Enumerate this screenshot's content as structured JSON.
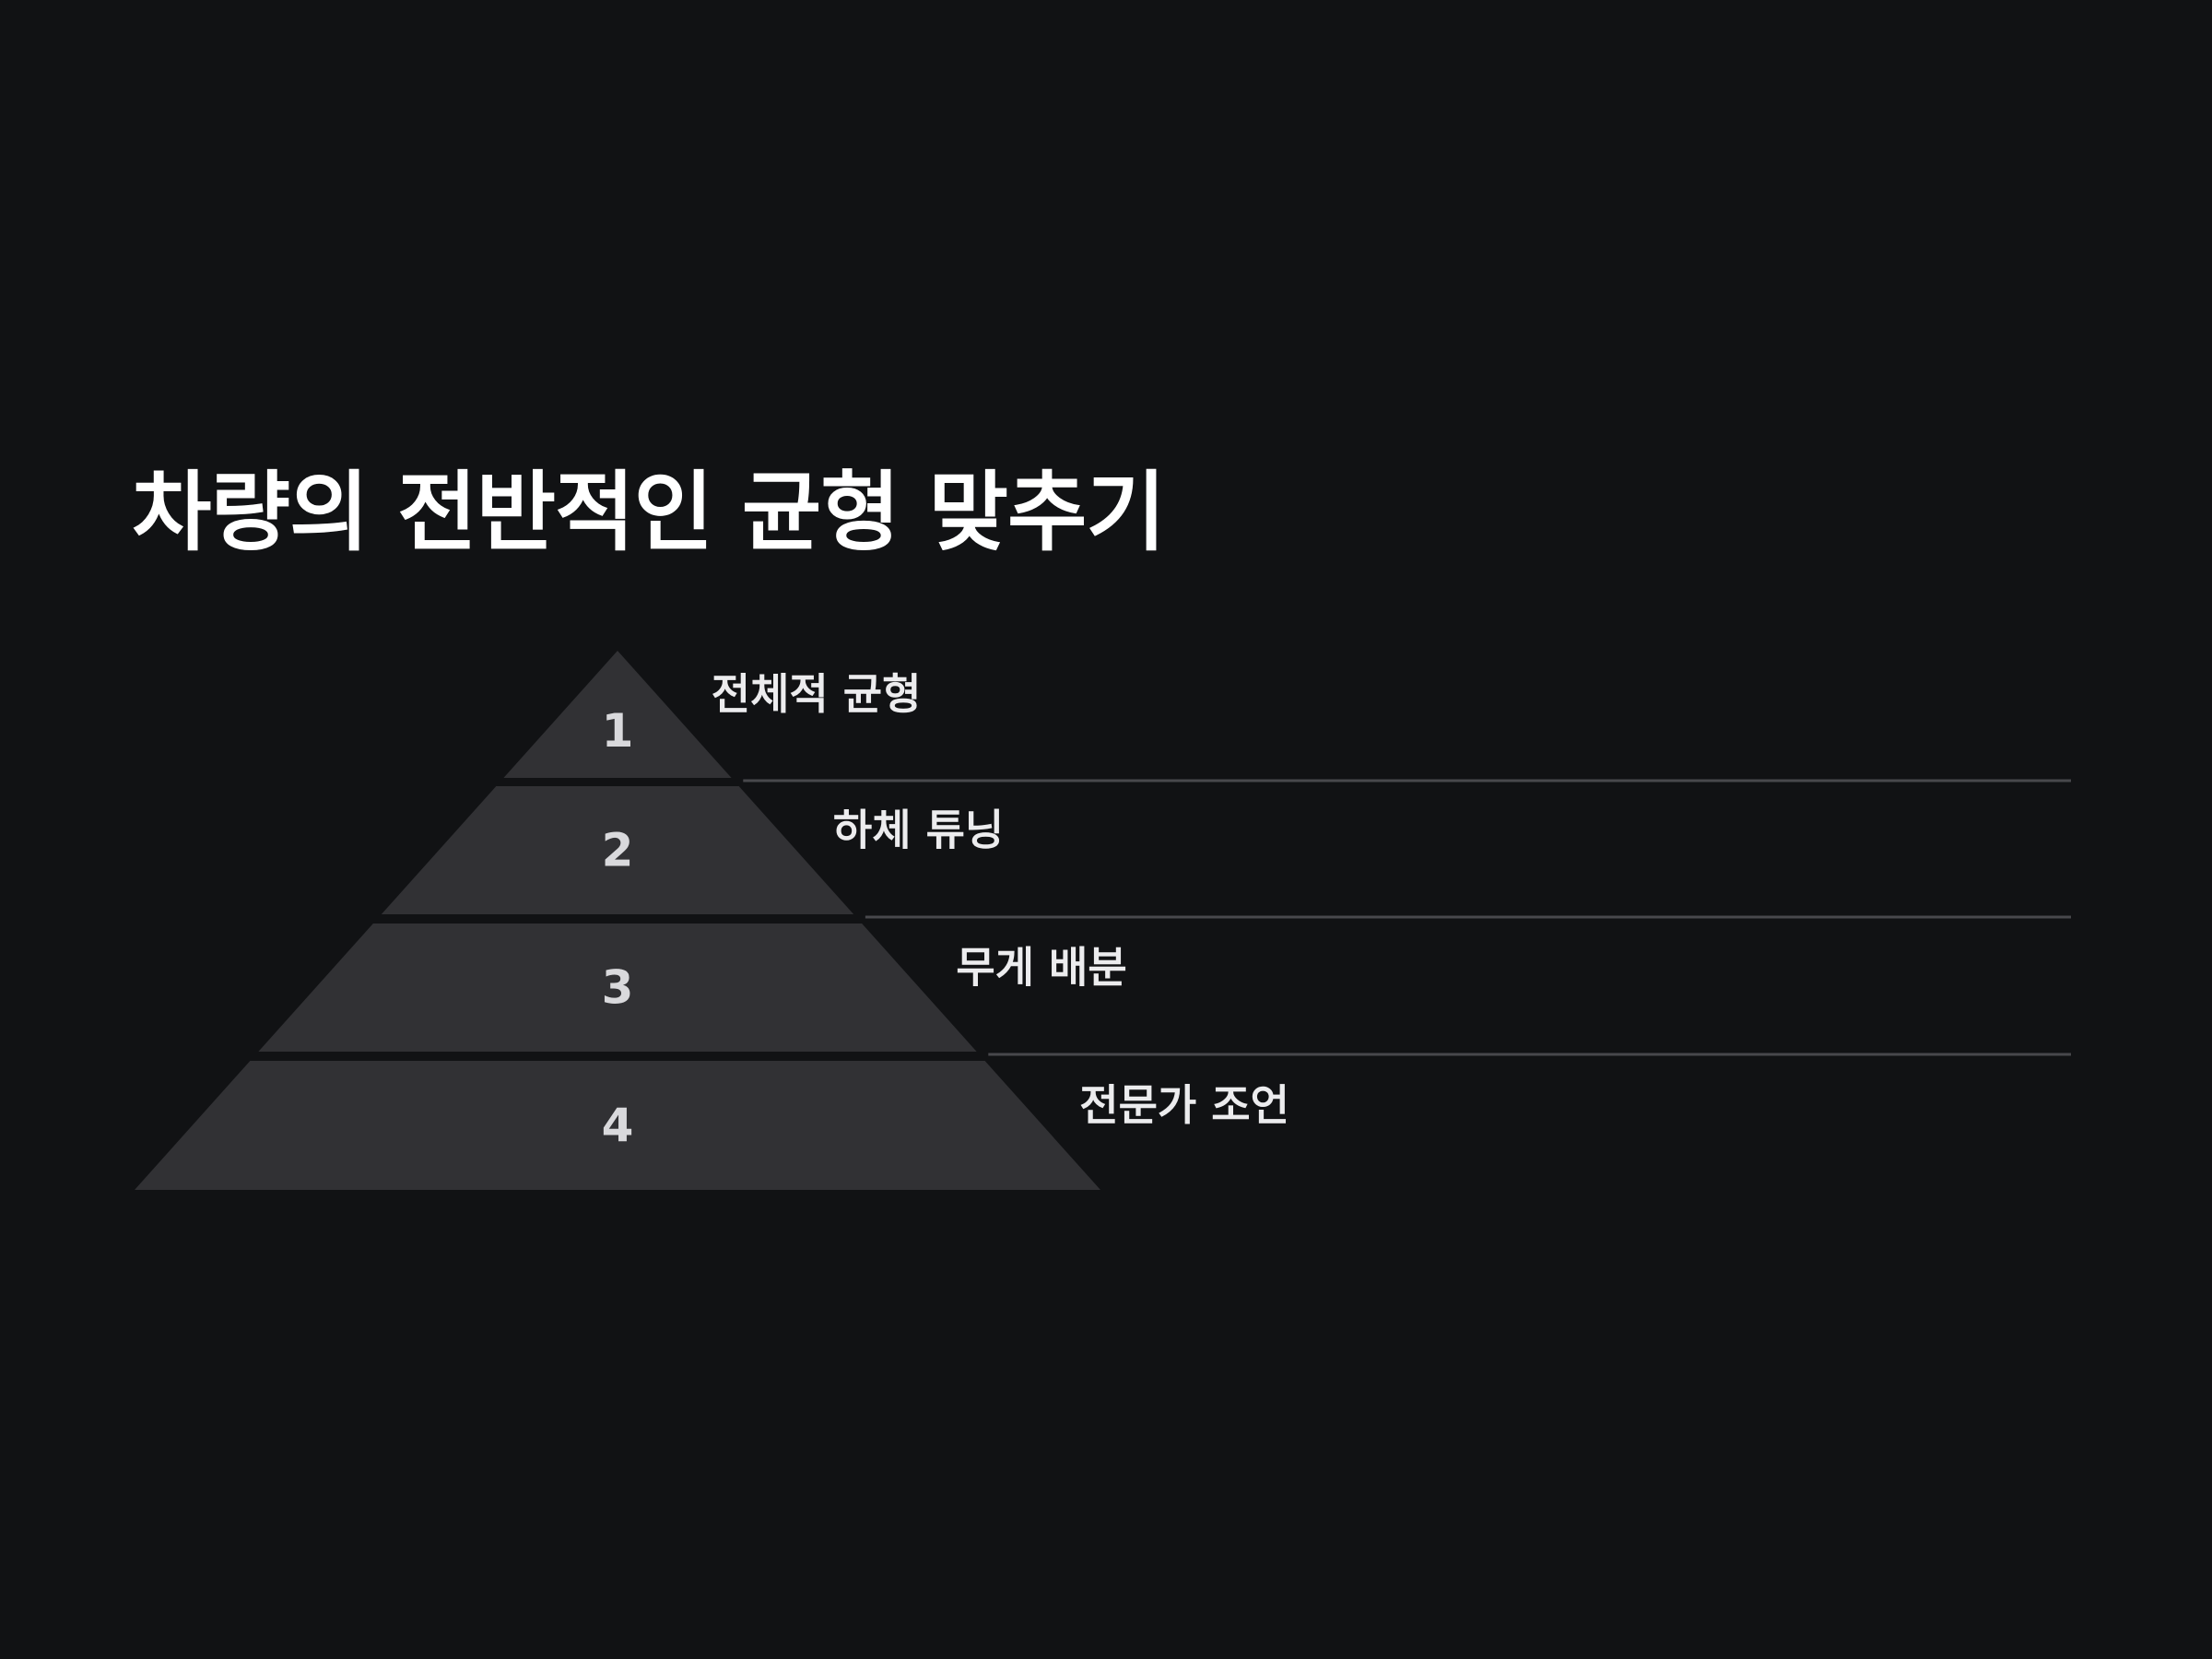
{
  "slide": {
    "title": "차량의 전반적인 균형 맞추기"
  },
  "pyramid": {
    "levels": [
      {
        "number": "1",
        "label": "전체적 균형"
      },
      {
        "number": "2",
        "label": "하체 튜닝"
      },
      {
        "number": "3",
        "label": "무게 배분"
      },
      {
        "number": "4",
        "label": "전문가 조언"
      }
    ]
  },
  "colors": {
    "background": "#111214",
    "tier_fill": "#313134",
    "rule": "#48484c",
    "text": "#ffffff"
  }
}
